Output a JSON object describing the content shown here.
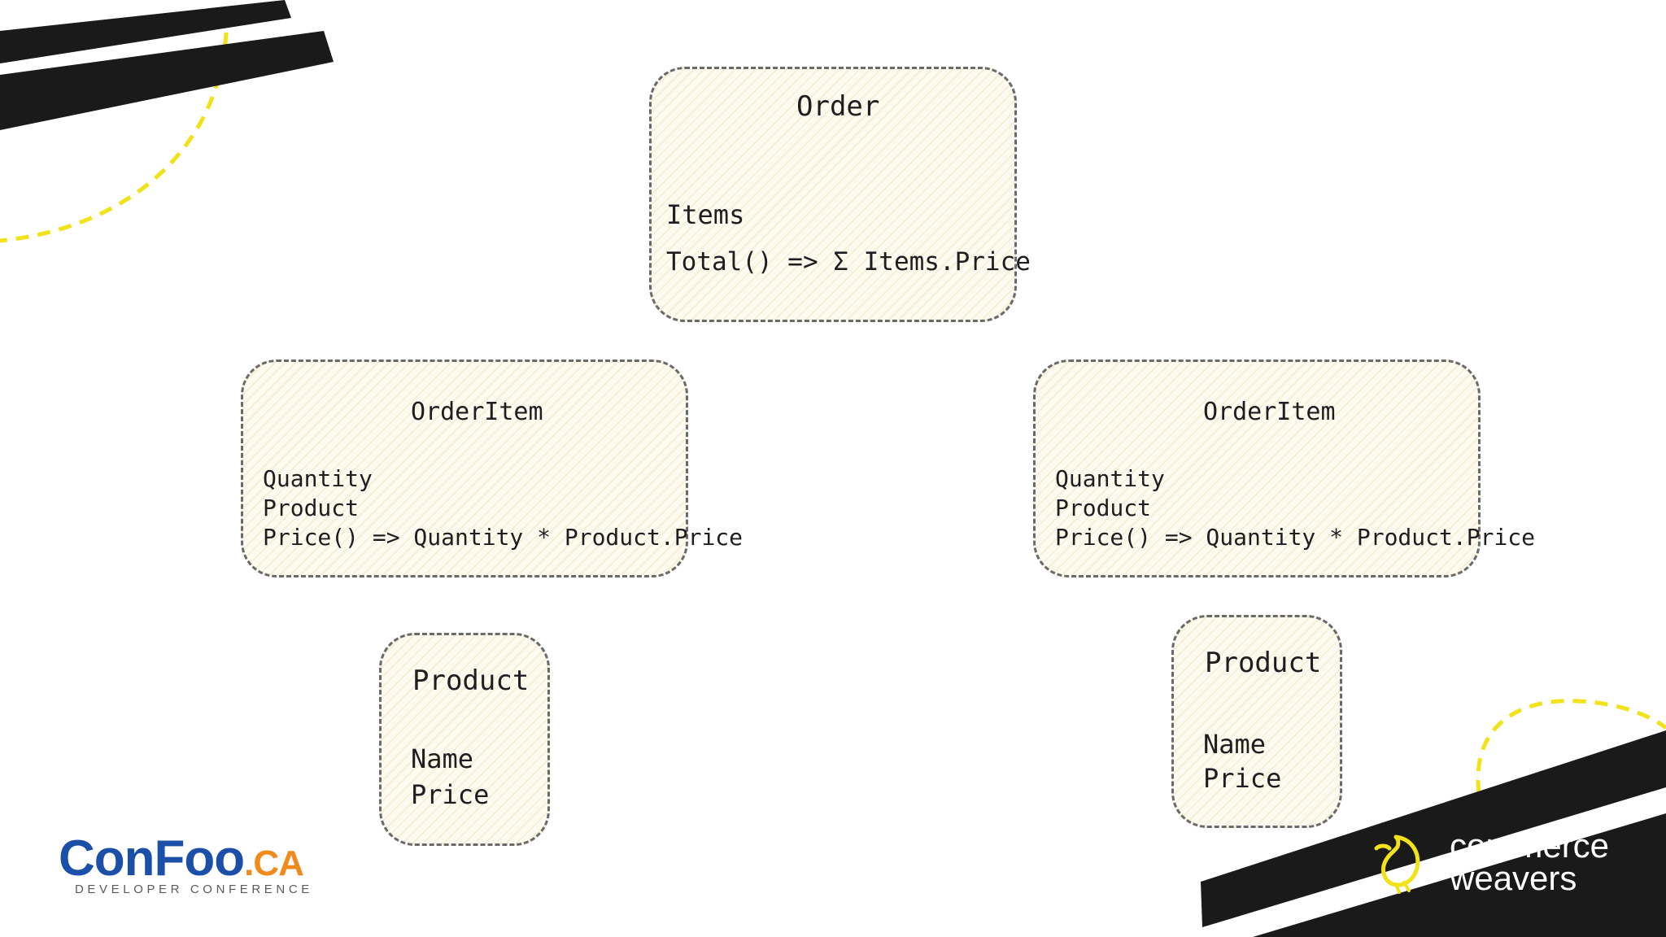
{
  "diagram": {
    "order": {
      "title": "Order",
      "items_label": "Items",
      "total_label": "Total() => Σ Items.Price"
    },
    "order_items": [
      {
        "title": "OrderItem",
        "fields": [
          "Quantity",
          "Product",
          "Price() => Quantity * Product.Price"
        ]
      },
      {
        "title": "OrderItem",
        "fields": [
          "Quantity",
          "Product",
          "Price() => Quantity * Product.Price"
        ]
      }
    ],
    "products": [
      {
        "title": "Product",
        "fields": [
          "Name",
          "Price"
        ]
      },
      {
        "title": "Product",
        "fields": [
          "Name",
          "Price"
        ]
      }
    ]
  },
  "branding": {
    "confoo": {
      "name": "ConFoo",
      "tld": ".CA",
      "tagline": "DEVELOPER CONFERENCE"
    },
    "commerce_weavers": {
      "line1": "commerce",
      "line2": "weavers"
    }
  },
  "colors": {
    "accent_yellow": "#f2e21a",
    "stroke_black": "#1a1a1a",
    "confoo_blue": "#1b4fa8",
    "confoo_orange": "#f08a1c"
  }
}
